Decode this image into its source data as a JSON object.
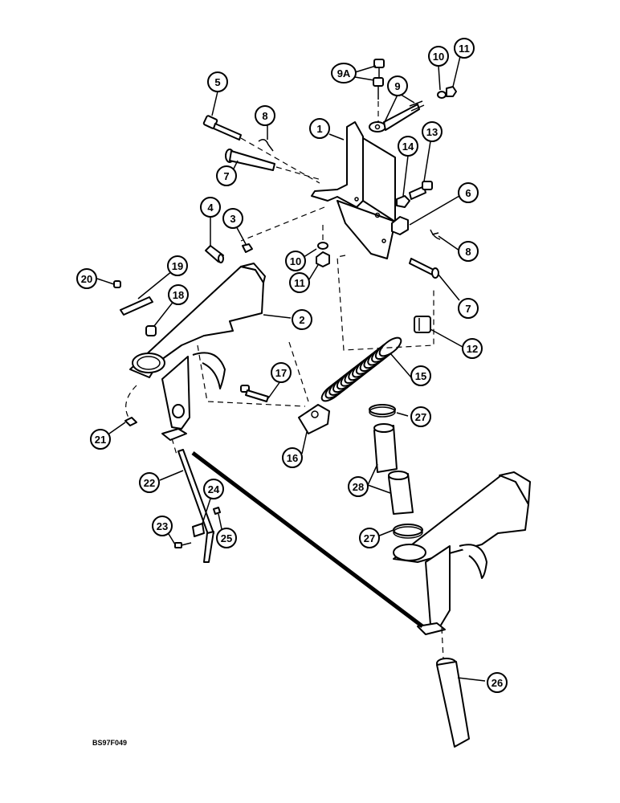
{
  "diagram": {
    "figure_code": "BS97F049",
    "callouts": [
      {
        "id": "c1",
        "label": "1"
      },
      {
        "id": "c2",
        "label": "2"
      },
      {
        "id": "c3",
        "label": "3"
      },
      {
        "id": "c4",
        "label": "4"
      },
      {
        "id": "c5",
        "label": "5"
      },
      {
        "id": "c6",
        "label": "6"
      },
      {
        "id": "c7a",
        "label": "7"
      },
      {
        "id": "c7b",
        "label": "7"
      },
      {
        "id": "c8a",
        "label": "8"
      },
      {
        "id": "c8b",
        "label": "8"
      },
      {
        "id": "c9",
        "label": "9"
      },
      {
        "id": "c9a",
        "label": "9A"
      },
      {
        "id": "c10a",
        "label": "10"
      },
      {
        "id": "c10b",
        "label": "10"
      },
      {
        "id": "c11a",
        "label": "11"
      },
      {
        "id": "c11b",
        "label": "11"
      },
      {
        "id": "c12",
        "label": "12"
      },
      {
        "id": "c13",
        "label": "13"
      },
      {
        "id": "c14",
        "label": "14"
      },
      {
        "id": "c15",
        "label": "15"
      },
      {
        "id": "c16",
        "label": "16"
      },
      {
        "id": "c17",
        "label": "17"
      },
      {
        "id": "c18",
        "label": "18"
      },
      {
        "id": "c19",
        "label": "19"
      },
      {
        "id": "c20",
        "label": "20"
      },
      {
        "id": "c21",
        "label": "21"
      },
      {
        "id": "c22",
        "label": "22"
      },
      {
        "id": "c23",
        "label": "23"
      },
      {
        "id": "c24",
        "label": "24"
      },
      {
        "id": "c25",
        "label": "25"
      },
      {
        "id": "c26",
        "label": "26"
      },
      {
        "id": "c27a",
        "label": "27"
      },
      {
        "id": "c27b",
        "label": "27"
      },
      {
        "id": "c28",
        "label": "28"
      }
    ]
  }
}
